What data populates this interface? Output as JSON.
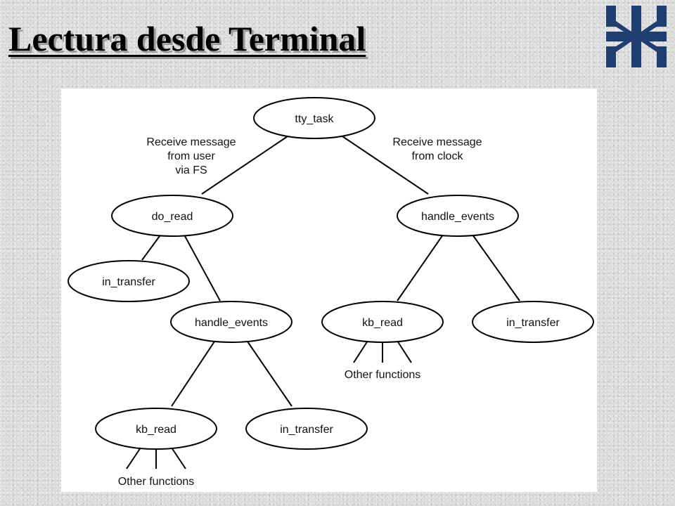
{
  "slide": {
    "title": "Lectura desde Terminal"
  },
  "logo": {
    "icon": "utn-logo-icon",
    "color": "#1e3f70"
  },
  "diagram": {
    "nodes": {
      "tty_task": "tty_task",
      "do_read": "do_read",
      "handle_events_main": "handle_events",
      "in_transfer_do_read": "in_transfer",
      "handle_events_do_read": "handle_events",
      "kb_read_main": "kb_read",
      "in_transfer_main": "in_transfer",
      "kb_read_do_read": "kb_read",
      "in_transfer_do_read_he": "in_transfer"
    },
    "annotations": {
      "left_line1": "Receive message",
      "left_line2": "from user",
      "left_line3": "via FS",
      "right_line1": "Receive message",
      "right_line2": "from clock",
      "other_functions_right": "Other functions",
      "other_functions_left": "Other functions"
    }
  }
}
